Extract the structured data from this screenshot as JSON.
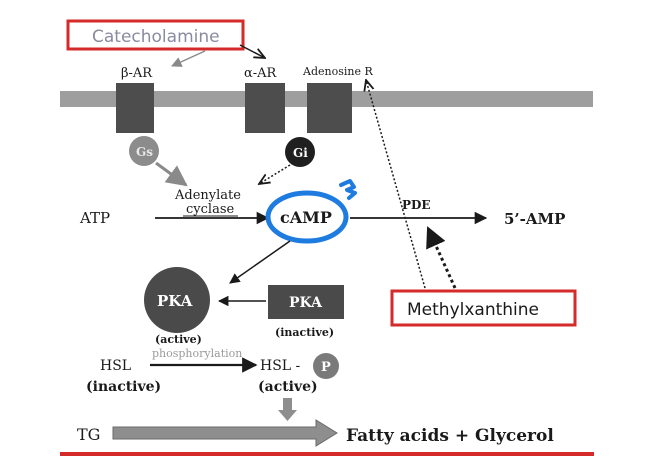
{
  "labels": {
    "catecholamine": "Catecholamine",
    "beta_ar": "β-AR",
    "alpha_ar": "α-AR",
    "adenosine_r": "Adenosine R",
    "gs": "Gs",
    "gi": "Gi",
    "adenylate": "Adenylate",
    "cyclase": "cyclase",
    "atp": "ATP",
    "camp": "cAMP",
    "pde": "PDE",
    "five_amp": "5’-AMP",
    "methylxanthine": "Methylxanthine",
    "pka_active": "PKA",
    "pka_active_state": "(active)",
    "pka_inactive": "PKA",
    "pka_inactive_state": "(inactive)",
    "phosphorylation": "phosphorylation",
    "hsl": "HSL",
    "hsl_inactive_state": "(inactive)",
    "hsl_p": "HSL -",
    "p": "P",
    "hsl_active_state": "(active)",
    "tg": "TG",
    "products": "Fatty acids + Glycerol"
  },
  "colors": {
    "highlight_red": "#d42a2a",
    "camp_circle_blue": "#1e7be0",
    "membrane": "#9e9e9e",
    "receptor": "#4d4d4d",
    "gs_circle": "#8c8c8c",
    "gi_circle": "#1f1f1f",
    "pka_box": "#4a4a4a",
    "tg_arrow": "#8e8e8e",
    "p_circle": "#7a7a7a"
  }
}
